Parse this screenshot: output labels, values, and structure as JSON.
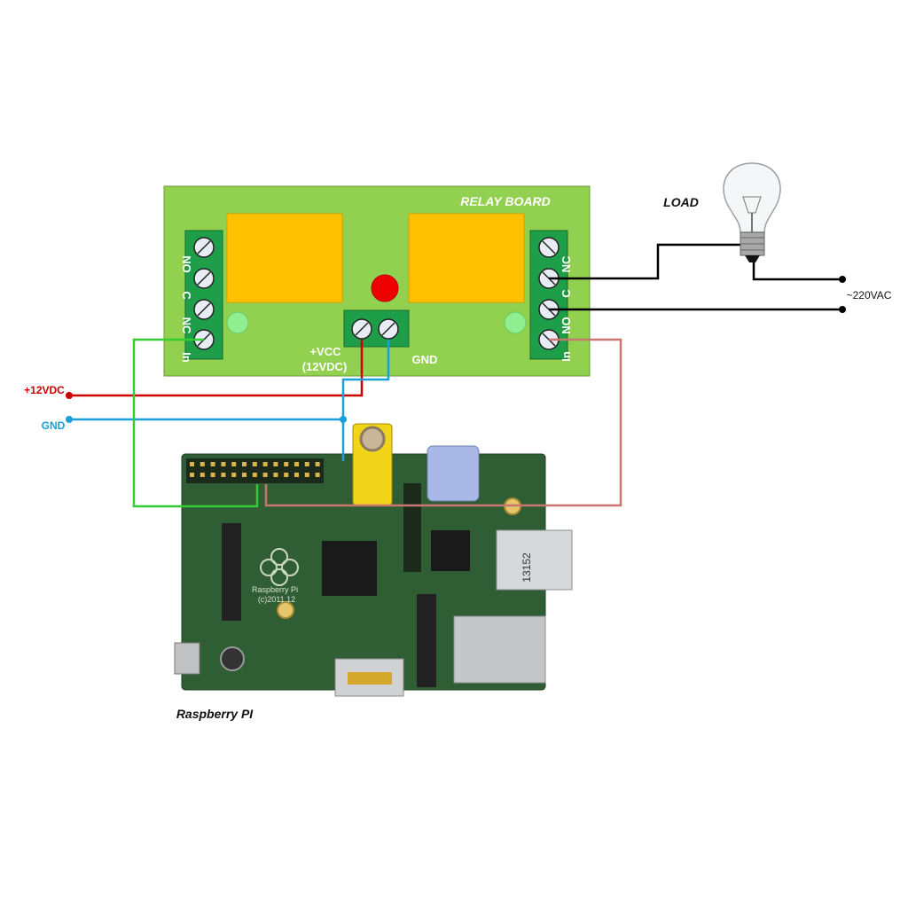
{
  "relay_board": {
    "title": "RELAY BOARD",
    "left_terminals": [
      "NO",
      "C",
      "NC",
      "In"
    ],
    "right_terminals": [
      "NC",
      "C",
      "NO",
      "In"
    ],
    "vcc_label": "+VCC",
    "vcc_sub_label": "(12VDC)",
    "gnd_label": "GND"
  },
  "power": {
    "v12_label": "+12VDC",
    "gnd_label": "GND"
  },
  "load": {
    "label": "LOAD",
    "supply_label": "~220VAC"
  },
  "raspberry_pi": {
    "caption": "Raspberry PI",
    "silkscreen_name": "Raspberry Pi",
    "silkscreen_year": "(c)2011.12",
    "usb_label": "13152"
  },
  "colors": {
    "board_green": "#92d050",
    "terminal_green": "#1e9e48",
    "relay_orange": "#ffc000",
    "wire_red": "#cc0000",
    "wire_blue": "#1aa0d8",
    "wire_green": "#33cc33",
    "wire_brown": "#c8766e",
    "pi_pcb": "#2f5d34"
  }
}
